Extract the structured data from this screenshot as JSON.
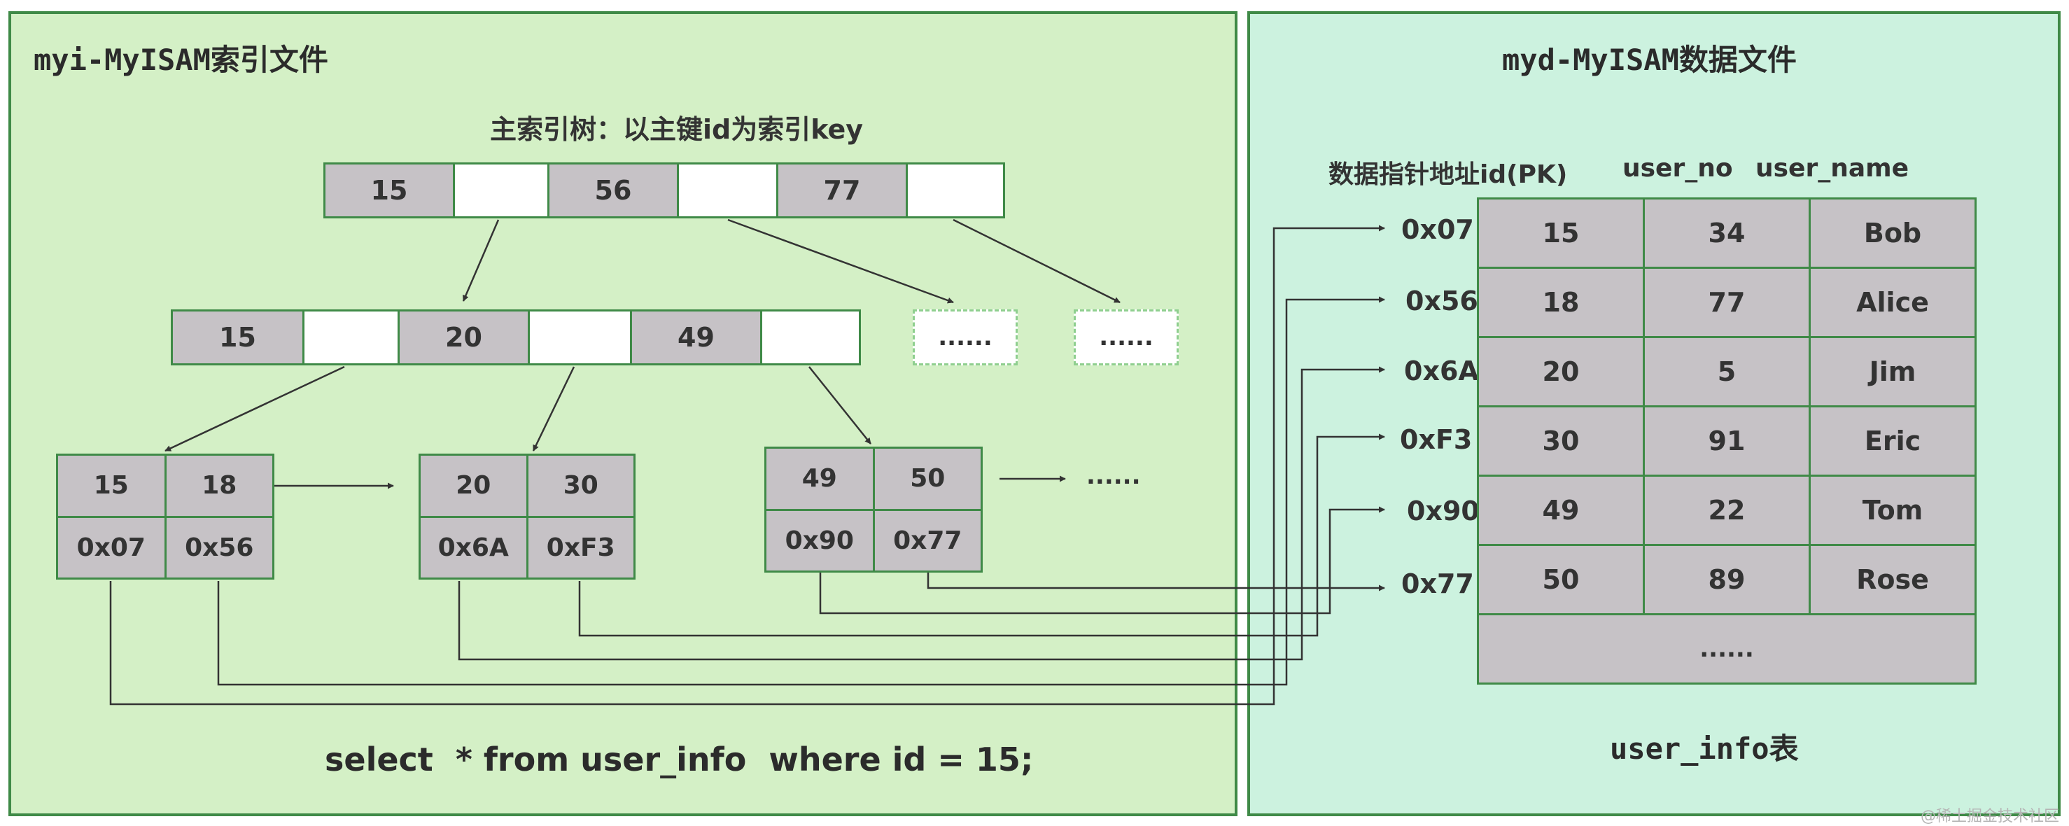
{
  "left_title": "myi-MyISAM索引文件",
  "right_title": "myd-MyISAM数据文件",
  "tree_caption": "主索引树：以主键id为索引key",
  "root_node": {
    "keys": [
      "15",
      "56",
      "77"
    ]
  },
  "internal_node": {
    "keys": [
      "15",
      "20",
      "49"
    ]
  },
  "collapsed_nodes": [
    "......",
    "......"
  ],
  "leaf_nodes": [
    {
      "keys": [
        "15",
        "18"
      ],
      "pointers": [
        "0x07",
        "0x56"
      ]
    },
    {
      "keys": [
        "20",
        "30"
      ],
      "pointers": [
        "0x6A",
        "0xF3"
      ]
    },
    {
      "keys": [
        "49",
        "50"
      ],
      "pointers": [
        "0x90",
        "0x77"
      ]
    }
  ],
  "leaf_continuation": "......",
  "query": "select  * from user_info  where id = 15;",
  "table": {
    "header": [
      "数据指针地址",
      "id(PK)",
      "user_no",
      "user_name"
    ],
    "rows": [
      {
        "addr": "0x07",
        "id": "15",
        "user_no": "34",
        "user_name": "Bob"
      },
      {
        "addr": "0x56",
        "id": "18",
        "user_no": "77",
        "user_name": "Alice"
      },
      {
        "addr": "0x6A",
        "id": "20",
        "user_no": "5",
        "user_name": "Jim"
      },
      {
        "addr": "0xF3",
        "id": "30",
        "user_no": "91",
        "user_name": "Eric"
      },
      {
        "addr": "0x90",
        "id": "49",
        "user_no": "22",
        "user_name": "Tom"
      },
      {
        "addr": "0x77",
        "id": "50",
        "user_no": "89",
        "user_name": "Rose"
      }
    ],
    "tail": "......",
    "caption": "user_info表"
  },
  "watermark": "@稀土掘金技术社区",
  "colors": {
    "left_bg": "#d4f0c6",
    "right_bg": "#ccf2df",
    "border": "#3f8a47",
    "cell": "#c6c2c6",
    "line": "#333333"
  }
}
